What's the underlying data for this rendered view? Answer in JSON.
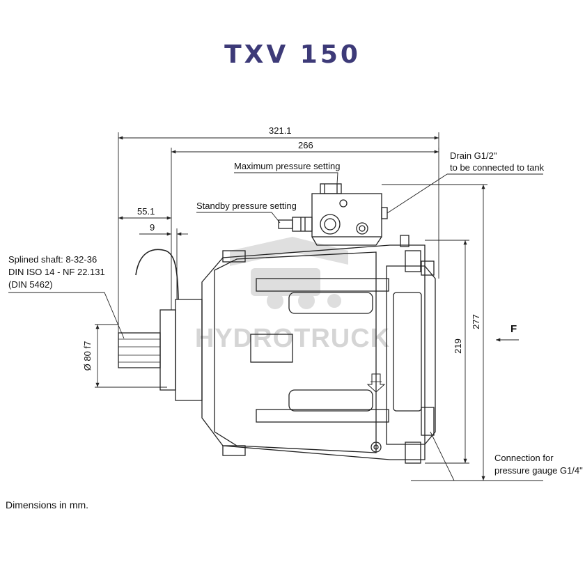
{
  "title": "TXV 150",
  "dimensions": {
    "overall_length": "321.1",
    "body_length": "266",
    "shaft_length": "55.1",
    "flange_offset": "9",
    "height_219": "219",
    "height_277": "277",
    "shaft_diameter": "Ø 80 f7"
  },
  "labels": {
    "drain_line1": "Drain G1/2\"",
    "drain_line2": "to be connected to tank",
    "max_pressure": "Maximum pressure setting",
    "standby_pressure": "Standby pressure setting",
    "shaft_line1": "Splined shaft: 8-32-36",
    "shaft_line2": "DIN ISO 14 - NF 22.131",
    "shaft_line3": "(DIN 5462)",
    "gauge_line1": "Connection for",
    "gauge_line2": "pressure gauge G1/4\"",
    "flow_arrow": "F"
  },
  "watermark": "HYDROTRUCK",
  "footnote": "Dimensions in mm.",
  "colors": {
    "title": "#3d3a78",
    "line": "#222222",
    "watermark": "#c8c8c8"
  }
}
